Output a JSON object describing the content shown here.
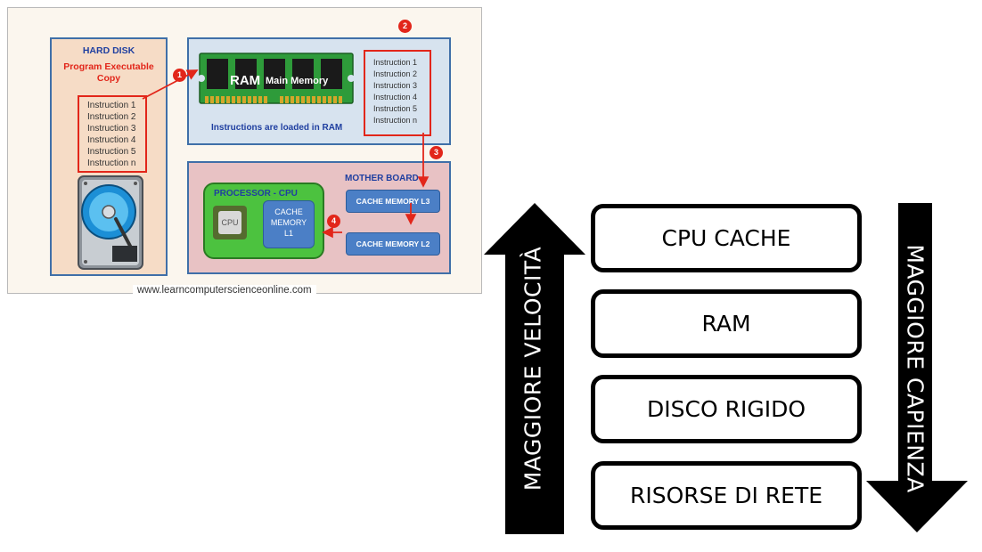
{
  "diagram": {
    "hard_disk": {
      "title": "HARD DISK",
      "subtitle_line1": "Program Executable",
      "subtitle_line2": "Copy",
      "instructions": [
        "Instruction  1",
        "Instruction  2",
        "Instruction  3",
        "Instruction  4",
        "Instruction  5",
        "Instruction  n"
      ]
    },
    "ram": {
      "chip_label": "RAM",
      "main_memory_label": "Main Memory",
      "caption": "Instructions are loaded  in  RAM",
      "instructions": [
        "Instruction  1",
        "Instruction  2",
        "Instruction  3",
        "Instruction  4",
        "Instruction  5",
        "Instruction  n"
      ]
    },
    "motherboard": {
      "title": "MOTHER BOARD",
      "processor_title": "PROCESSOR - CPU",
      "cpu_label": "CPU",
      "l1_line1": "CACHE",
      "l1_line2": "MEMORY",
      "l1_line3": "L1",
      "cache_l3": "CACHE MEMORY  L3",
      "cache_l2": "CACHE MEMORY  L2"
    },
    "badges": [
      "1",
      "2",
      "3",
      "4"
    ],
    "footer": "www.learncomputerscienceonline.com",
    "colors": {
      "arrow": "#e2261a",
      "panel_border": "#3f6fa8",
      "title_blue": "#1f3fa0"
    }
  },
  "hierarchy": {
    "tiers": [
      "CPU CACHE",
      "RAM",
      "DISCO RIGIDO",
      "RISORSE DI RETE"
    ],
    "up_arrow_label": "MAGGIORE VELOCITÀ",
    "down_arrow_label": "MAGGIORE CAPIENZA"
  }
}
